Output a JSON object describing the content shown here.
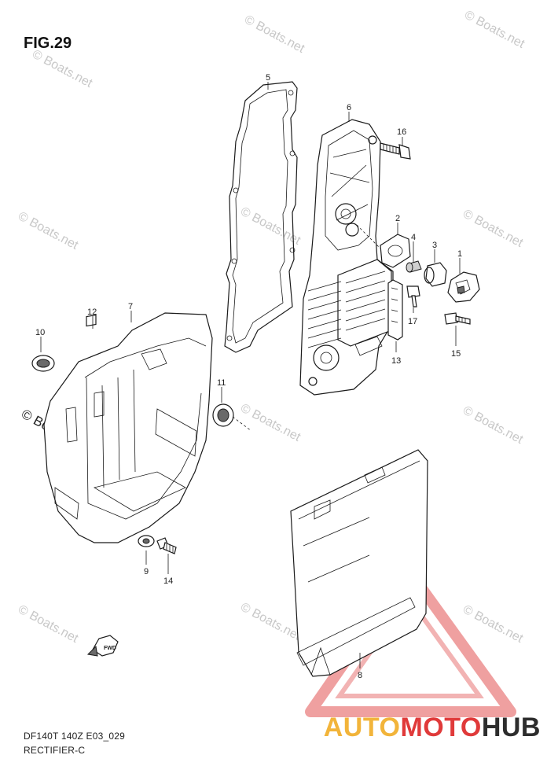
{
  "figure": {
    "title": "FIG.29",
    "model_code": "DF140T 140Z E03_029",
    "section": "RECTIFIER-C"
  },
  "watermarks": {
    "light": "© Boats.net",
    "dark": "© Boats.net"
  },
  "logo": {
    "part1": "AUTO",
    "part2": "MOTO",
    "part3": "HUB",
    "colors": {
      "auto": "#f2b43a",
      "moto": "#e03a3a",
      "hub": "#2d2d2d"
    }
  },
  "fwd_label": "FWD",
  "callouts": [
    {
      "num": "1"
    },
    {
      "num": "2"
    },
    {
      "num": "3"
    },
    {
      "num": "4"
    },
    {
      "num": "5"
    },
    {
      "num": "6"
    },
    {
      "num": "7"
    },
    {
      "num": "8"
    },
    {
      "num": "9"
    },
    {
      "num": "10"
    },
    {
      "num": "11"
    },
    {
      "num": "12"
    },
    {
      "num": "13"
    },
    {
      "num": "14"
    },
    {
      "num": "15"
    },
    {
      "num": "16"
    },
    {
      "num": "17"
    }
  ]
}
